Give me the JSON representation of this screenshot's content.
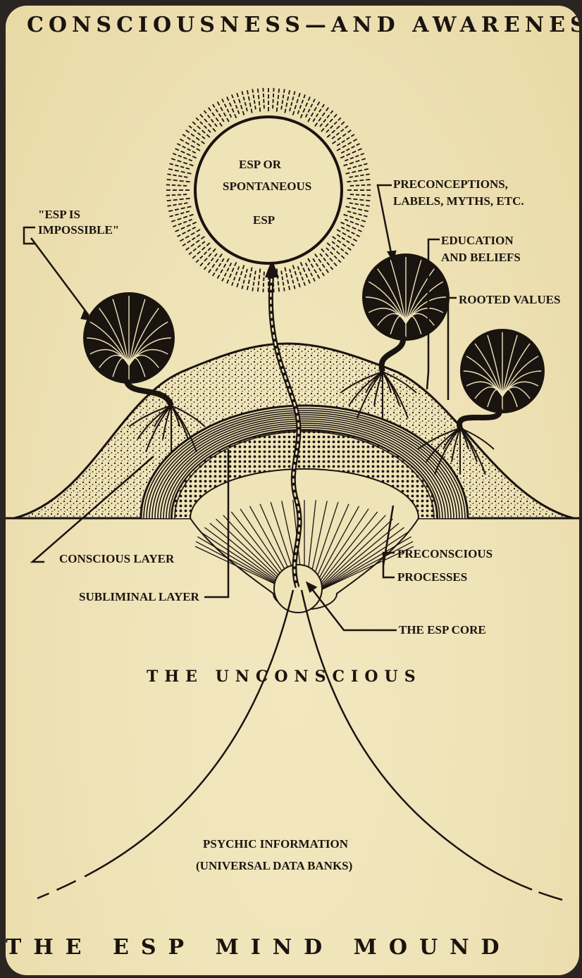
{
  "header": {
    "title": "CONSCIOUSNESS—AND AWARENESS"
  },
  "diagram": {
    "sun_label": [
      "ESP OR",
      "SPONTANEOUS",
      "ESP"
    ],
    "labels": {
      "esp_impossible": [
        "\"ESP IS",
        "IMPOSSIBLE\""
      ],
      "preconceptions": [
        "PRECONCEPTIONS,",
        "LABELS, MYTHS, ETC."
      ],
      "education": [
        "EDUCATION",
        "AND BELIEFS"
      ],
      "rooted_values": "ROOTED VALUES",
      "conscious_layer": "CONSCIOUS LAYER",
      "subliminal_layer": "SUBLIMINAL LAYER",
      "preconscious": [
        "PRECONSCIOUS",
        "PROCESSES"
      ],
      "esp_core": "THE ESP CORE",
      "unconscious": "THE UNCONSCIOUS",
      "psychic": [
        "PSYCHIC INFORMATION",
        "(UNIVERSAL DATA BANKS)"
      ]
    }
  },
  "footer": {
    "title": "THE ESP MIND MOUND"
  }
}
